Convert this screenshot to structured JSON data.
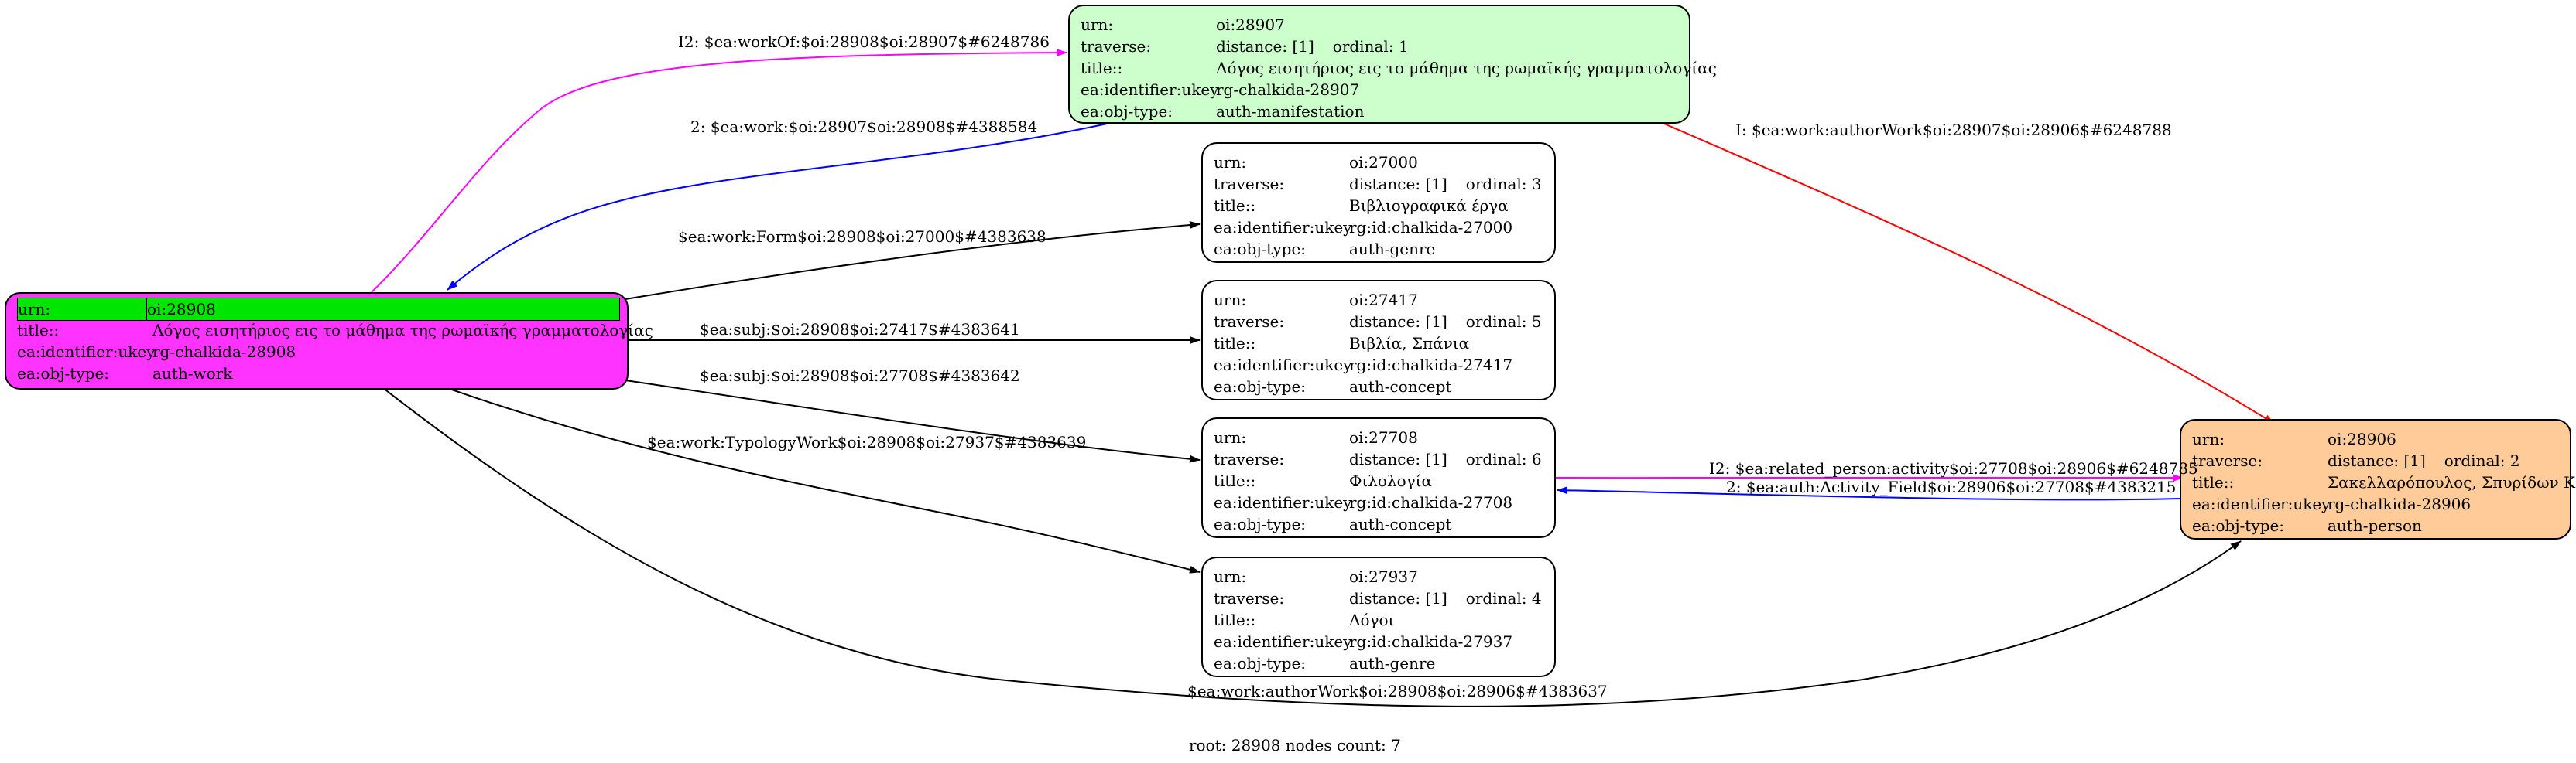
{
  "colors": {
    "work_fill": "#ff33ff",
    "manifestation_fill": "#ccffcc",
    "person_fill": "#ffcc99",
    "default_fill": "#ffffff",
    "highlight_urn": "#00e600",
    "edge_magenta": "#ff00ff",
    "edge_blue": "#0000ff",
    "edge_red": "#ff0000",
    "edge_black": "#000000"
  },
  "nodes": {
    "n28908": {
      "rows": [
        {
          "k": "urn:",
          "v": "oi:28908"
        },
        {
          "k": "title::",
          "v": "Λόγος εισητήριος εις το μάθημα της ρωμαϊκής γραμματολογίας"
        },
        {
          "k": "ea:identifier:ukey",
          "v": "rg-chalkida-28908"
        },
        {
          "k": "ea:obj-type:",
          "v": "auth-work"
        }
      ]
    },
    "n28907": {
      "urn": "oi:28907",
      "distance": "distance: [1]",
      "ordinal": "ordinal: 1",
      "title": "Λόγος εισητήριος εις το μάθημα της ρωμαϊκής γραμματολογίας",
      "ukey": "rg-chalkida-28907",
      "type": "auth-manifestation"
    },
    "n27000": {
      "urn": "oi:27000",
      "distance": "distance: [1]",
      "ordinal": "ordinal: 3",
      "title": "Βιβλιογραφικά έργα",
      "ukey": "rg:id:chalkida-27000",
      "type": "auth-genre"
    },
    "n27417": {
      "urn": "oi:27417",
      "distance": "distance: [1]",
      "ordinal": "ordinal: 5",
      "title": "Βιβλία, Σπάνια",
      "ukey": "rg:id:chalkida-27417",
      "type": "auth-concept"
    },
    "n27708": {
      "urn": "oi:27708",
      "distance": "distance: [1]",
      "ordinal": "ordinal: 6",
      "title": "Φιλολογία",
      "ukey": "rg:id:chalkida-27708",
      "type": "auth-concept"
    },
    "n27937": {
      "urn": "oi:27937",
      "distance": "distance: [1]",
      "ordinal": "ordinal: 4",
      "title": "Λόγοι",
      "ukey": "rg:id:chalkida-27937",
      "type": "auth-genre"
    },
    "n28906": {
      "urn": "oi:28906",
      "distance": "distance: [1]",
      "ordinal": "ordinal: 2",
      "title": "Σακελλαρόπουλος, Σπυρίδων Κ.",
      "ukey": "rg-chalkida-28906",
      "type": "auth-person"
    }
  },
  "field_labels": {
    "urn": "urn:",
    "traverse": "traverse:",
    "title": "title::",
    "ukey": "ea:identifier:ukey",
    "type": "ea:obj-type:"
  },
  "edges": {
    "workOf": "I2: $ea:workOf:$oi:28908$oi:28907$#6248786",
    "work": "2: $ea:work:$oi:28907$oi:28908$#4388584",
    "authorWork_manif": "I: $ea:work:authorWork$oi:28907$oi:28906$#6248788",
    "form": "$ea:work:Form$oi:28908$oi:27000$#4383638",
    "subj27417": "$ea:subj:$oi:28908$oi:27417$#4383641",
    "subj27708": "$ea:subj:$oi:28908$oi:27708$#4383642",
    "typology": "$ea:work:TypologyWork$oi:28908$oi:27937$#4383639",
    "related_person": "I2: $ea:related_person:activity$oi:27708$oi:28906$#6248785",
    "activity_field": "2: $ea:auth:Activity_Field$oi:28906$oi:27708$#4383215",
    "authorWork": "$ea:work:authorWork$oi:28908$oi:28906$#4383637"
  },
  "footer": "root: 28908 nodes count: 7"
}
